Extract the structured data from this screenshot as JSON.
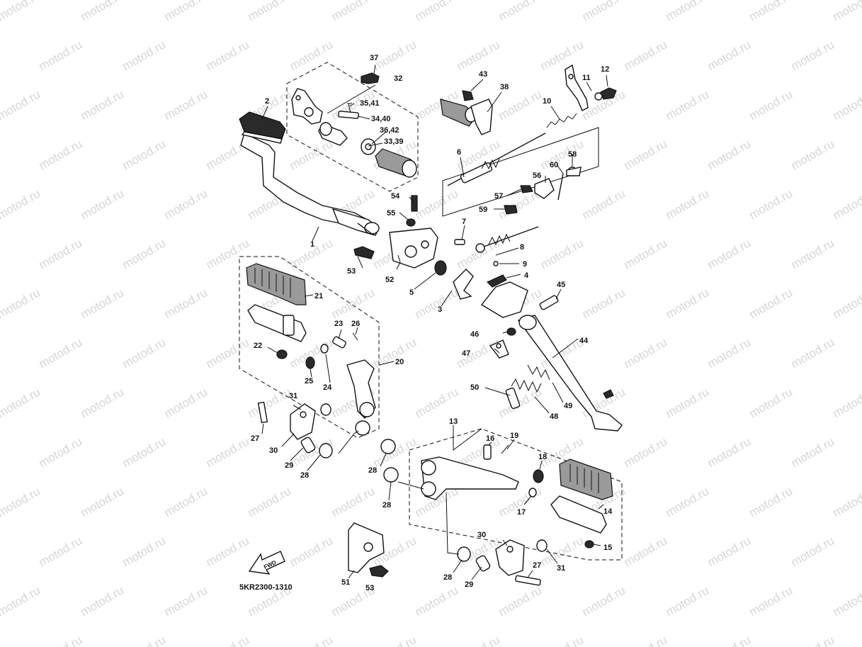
{
  "diagram": {
    "watermark": "motod.ru",
    "diagram_code": "5KR2300-1310",
    "fwd_label": "FWD",
    "callouts": {
      "c1": "1",
      "c2": "2",
      "c3": "3",
      "c4": "4",
      "c5": "5",
      "c6": "6",
      "c7": "7",
      "c8": "8",
      "c9": "9",
      "c10": "10",
      "c11": "11",
      "c12": "12",
      "c13": "13",
      "c14": "14",
      "c15": "15",
      "c16": "16",
      "c17": "17",
      "c18": "18",
      "c19": "19",
      "c20": "20",
      "c21": "21",
      "c22": "22",
      "c23": "23",
      "c24": "24",
      "c25": "25",
      "c26": "26",
      "c27a": "27",
      "c27b": "27",
      "c28a": "28",
      "c28b": "28",
      "c28c": "28",
      "c28d": "28",
      "c29a": "29",
      "c29b": "29",
      "c30a": "30",
      "c30b": "30",
      "c31a": "31",
      "c31b": "31",
      "c32": "32",
      "c33": "33,39",
      "c34": "34,40",
      "c35": "35,41",
      "c36": "36,42",
      "c37": "37",
      "c38": "38",
      "c43": "43",
      "c44": "44",
      "c45": "45",
      "c46": "46",
      "c47": "47",
      "c48": "48",
      "c49": "49",
      "c50": "50",
      "c51": "51",
      "c52": "52",
      "c53a": "53",
      "c53b": "53",
      "c54": "54",
      "c55": "55",
      "c56": "56",
      "c57": "57",
      "c58": "58",
      "c59": "59",
      "c60": "60"
    }
  }
}
